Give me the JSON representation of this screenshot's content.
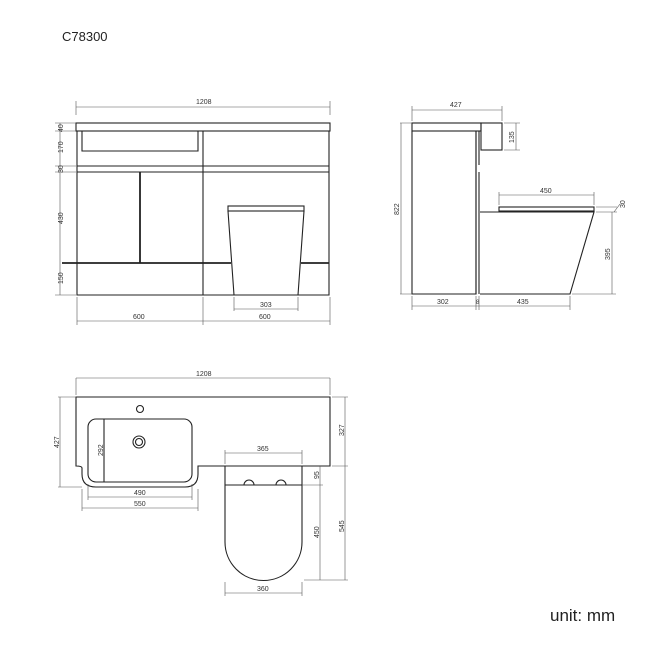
{
  "title": "C78300",
  "unit_label": "unit: mm",
  "front_view": {
    "overall_width": "1208",
    "heights": [
      "40",
      "170",
      "30",
      "430",
      "150"
    ],
    "bottom_widths": [
      "600",
      "600"
    ],
    "pan_base_width": "303"
  },
  "side_view": {
    "depth": "427",
    "cistern_height": "135",
    "total_height": "822",
    "seat_length": "450",
    "seat_thickness": "30",
    "pan_height": "395",
    "bottom_widths": [
      "302",
      "8",
      "435"
    ]
  },
  "top_view": {
    "overall_width": "1208",
    "basin_depth": "427",
    "counter_depth": "327",
    "pan_width": "365",
    "pan_back": "95",
    "pan_length": "450",
    "total_depth": "545",
    "bowl_depth": "292",
    "bowl_width": "490",
    "basin_width": "550",
    "seat_width": "360"
  }
}
